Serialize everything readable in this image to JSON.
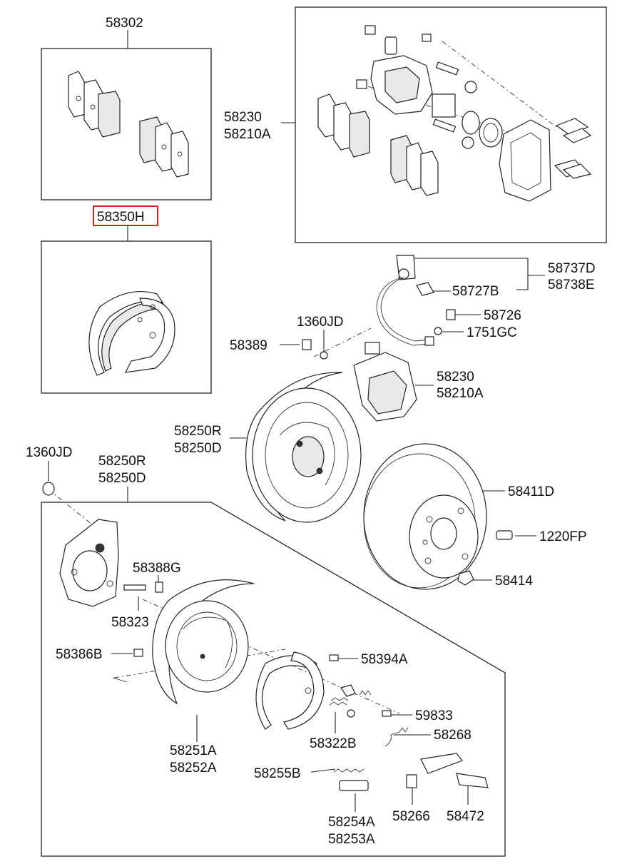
{
  "labels": {
    "p58302": "58302",
    "p58230_top": "58230",
    "p58210A_top": "58210A",
    "p58350H": "58350H",
    "p58737D": "58737D",
    "p58738E": "58738E",
    "p58727B": "58727B",
    "p58726": "58726",
    "p1751GC": "1751GC",
    "p1360JD_mid": "1360JD",
    "p58389": "58389",
    "p58230_mid": "58230",
    "p58210A_mid": "58210A",
    "p58250R_mid": "58250R",
    "p58250D_mid": "58250D",
    "p1360JD_left": "1360JD",
    "p58250R_box": "58250R",
    "p58250D_box": "58250D",
    "p58411D": "58411D",
    "p1220FP": "1220FP",
    "p58414": "58414",
    "p58388G": "58388G",
    "p58323": "58323",
    "p58386B": "58386B",
    "p58394A": "58394A",
    "p59833": "59833",
    "p58268": "58268",
    "p58322B": "58322B",
    "p58251A": "58251A",
    "p58252A": "58252A",
    "p58255B": "58255B",
    "p58254A": "58254A",
    "p58253A": "58253A",
    "p58266": "58266",
    "p58472": "58472"
  },
  "highlight_color": "#d81e1e",
  "line_color": "#222222"
}
